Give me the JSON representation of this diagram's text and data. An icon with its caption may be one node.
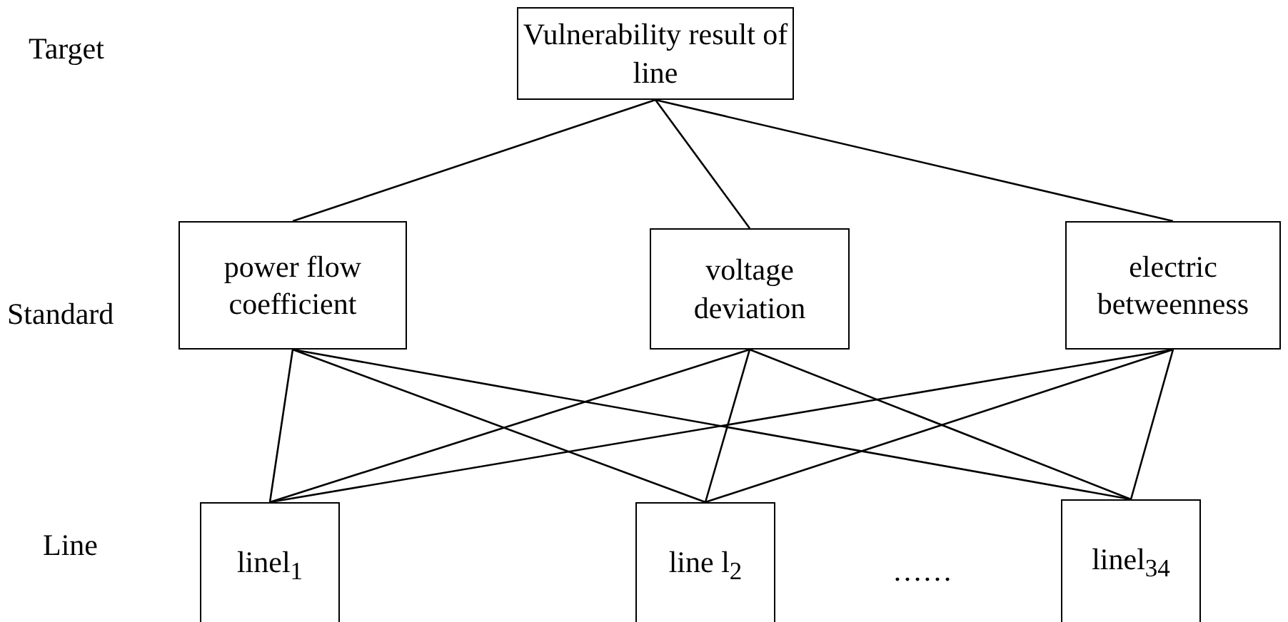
{
  "diagram": {
    "nodes": [
      {
        "text": [
          "Vulnerability  result of line"
        ]
      },
      {
        "text": [
          "power flow coefficient"
        ]
      },
      {
        "text": [
          "voltage deviation"
        ]
      },
      {
        "text": [
          "electric betweenness"
        ]
      },
      {
        "text": [
          "linel$_{1}$"
        ]
      },
      {
        "text": [
          "line l$_{2}$"
        ]
      },
      {
        "text": [
          "linel$_{34}$"
        ]
      }
    ],
    "edges": [
      {
        "from": 0,
        "to": 1,
        "arrow": "none"
      },
      {
        "from": 0,
        "to": 2,
        "arrow": "none"
      },
      {
        "from": 0,
        "to": 3,
        "arrow": "none"
      },
      {
        "from": 1,
        "to": 4,
        "arrow": "none"
      },
      {
        "from": 1,
        "to": 5,
        "arrow": "none"
      },
      {
        "from": 1,
        "to": 6,
        "arrow": "none"
      },
      {
        "from": 2,
        "to": 4,
        "arrow": "none"
      },
      {
        "from": 2,
        "to": 5,
        "arrow": "none"
      },
      {
        "from": 2,
        "to": 6,
        "arrow": "none"
      },
      {
        "from": 3,
        "to": 4,
        "arrow": "none"
      },
      {
        "from": 3,
        "to": 5,
        "arrow": "none"
      },
      {
        "from": 3,
        "to": 6,
        "arrow": "none"
      }
    ],
    "labels": [
      "Target",
      "Standard",
      "Line",
      "……"
    ]
  }
}
